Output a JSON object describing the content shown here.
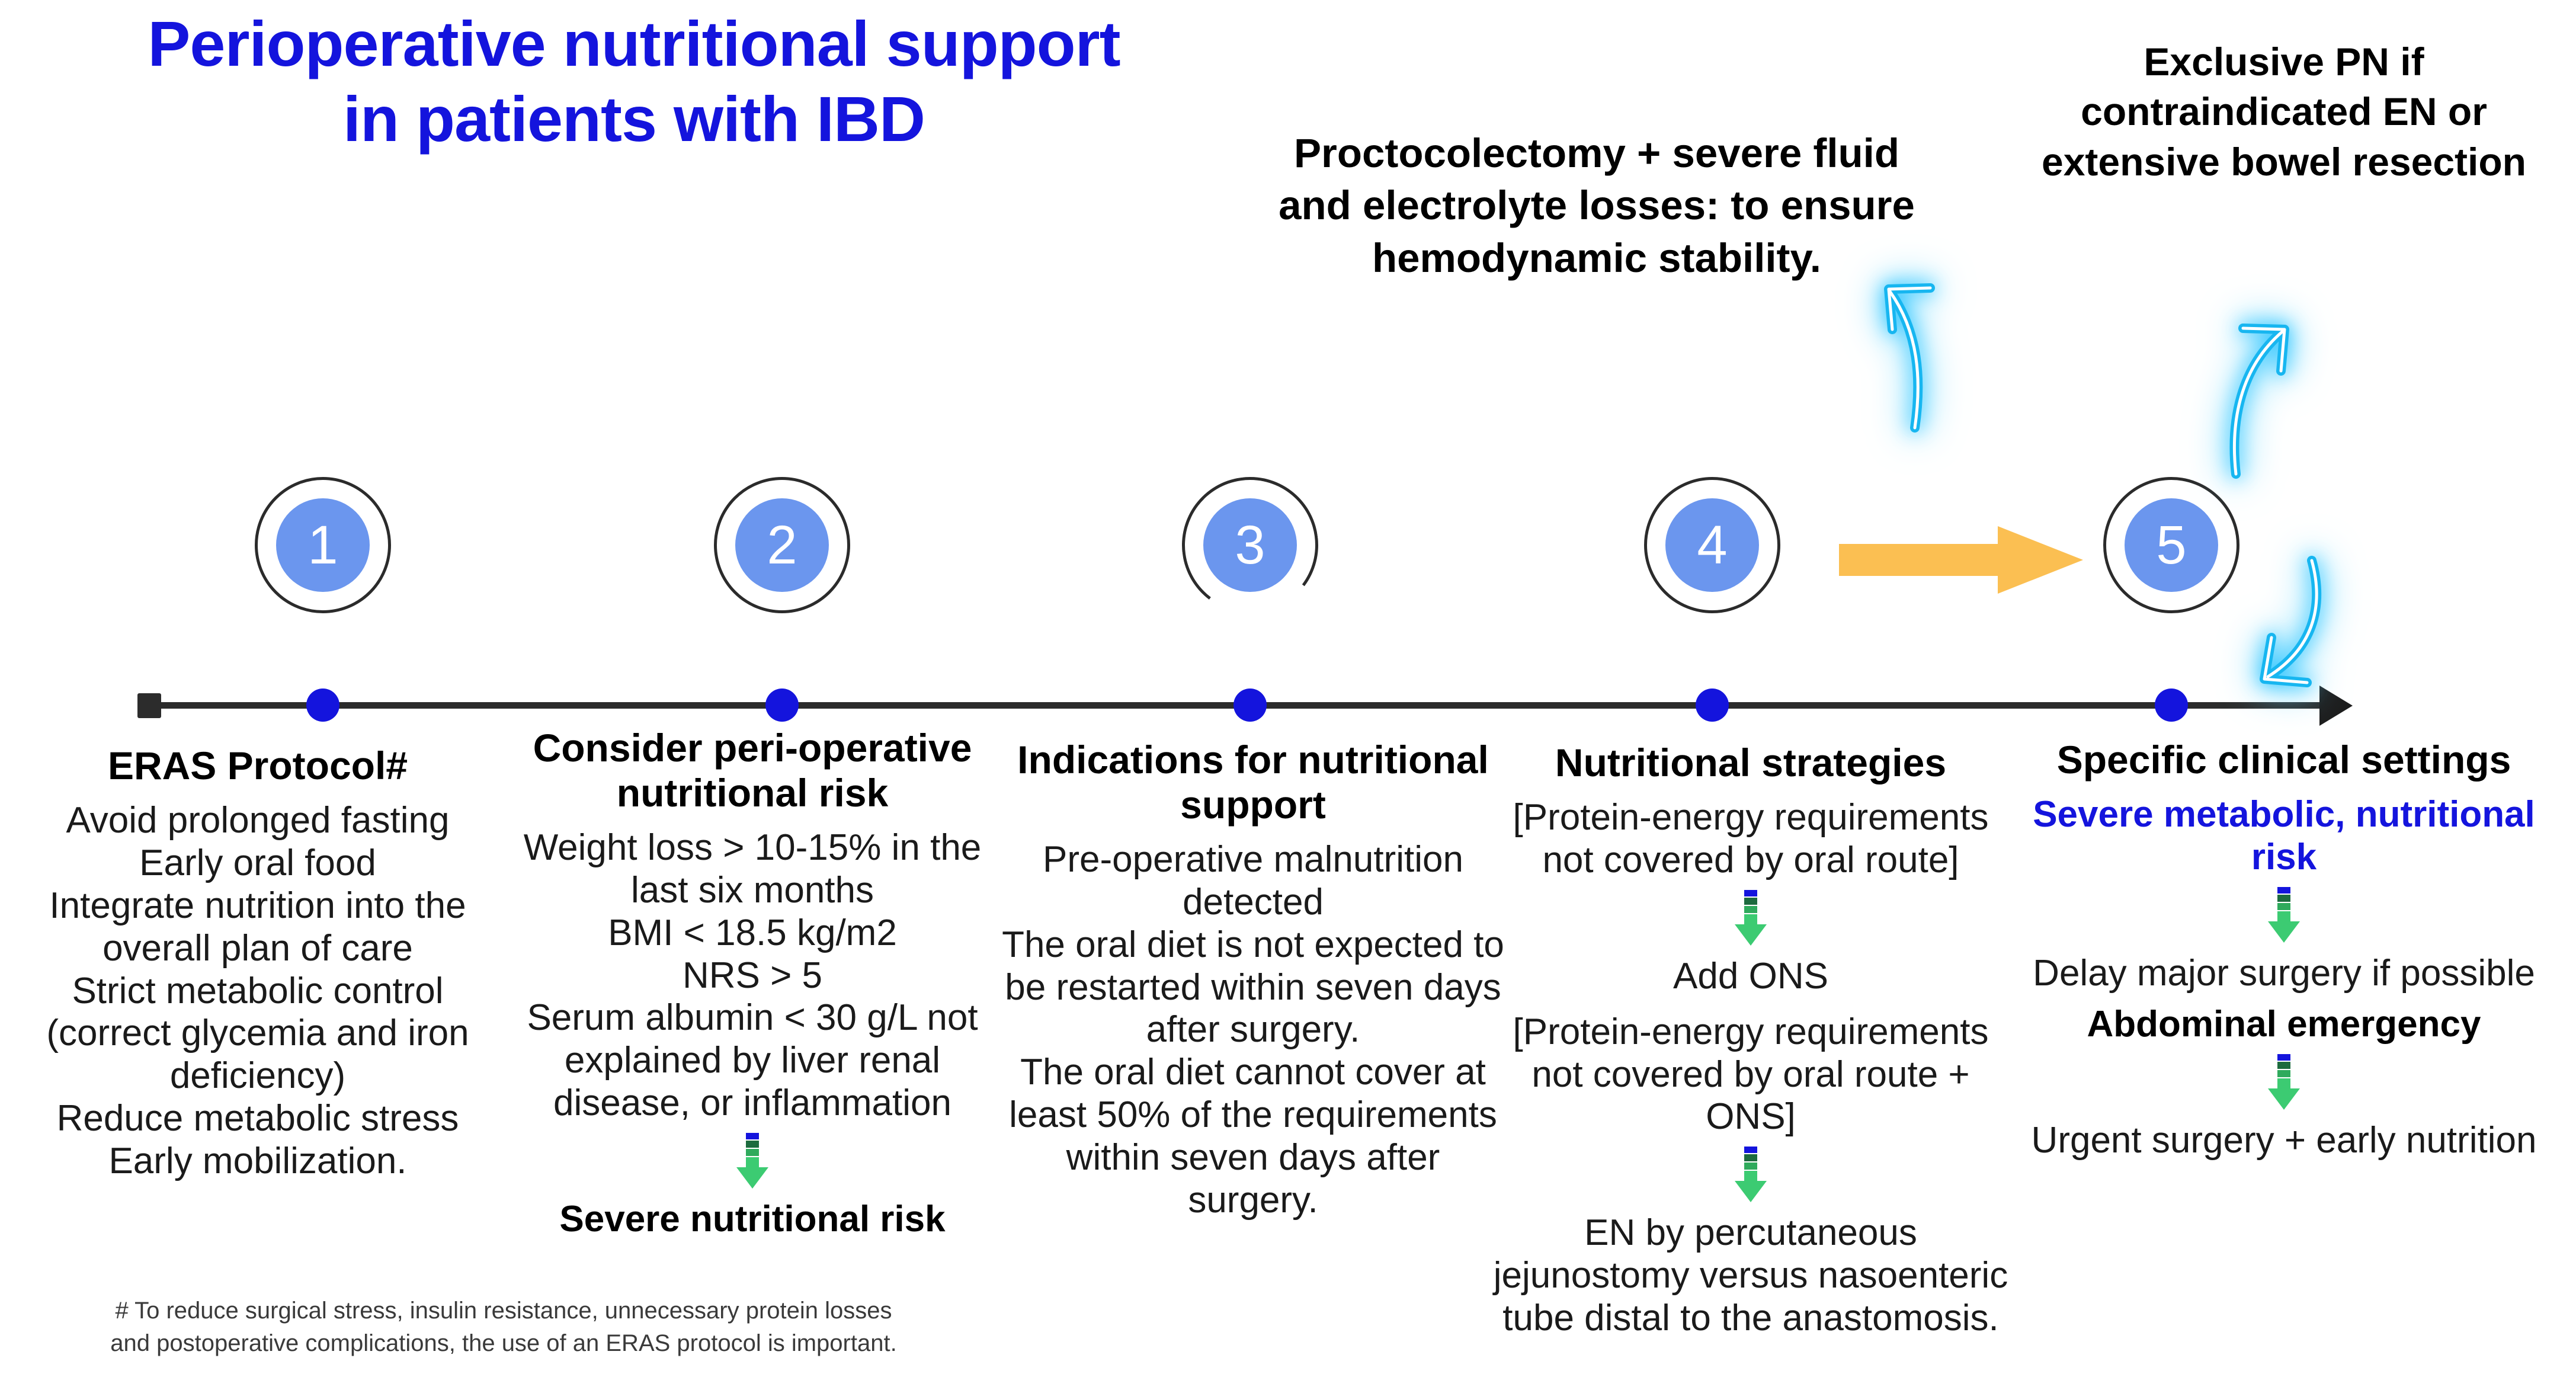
{
  "title": "Perioperative nutritional support in patients with IBD",
  "title_color": "#1414dd",
  "callouts": {
    "proctocolectomy": "Proctocolectomy + severe fluid and electrolyte losses: to ensure hemodynamic stability.",
    "exclusive_pn": "Exclusive PN if contraindicated EN or extensive bowel resection"
  },
  "timeline": {
    "steps": [
      "1",
      "2",
      "3",
      "4",
      "5"
    ],
    "circle_fill": "#6b96ee",
    "dot_color": "#1414dd",
    "axis_color": "#2c2c2c",
    "orange_arrow_color": "#fbbf52",
    "neon_arrow_color": "#25c3ff"
  },
  "columns": [
    {
      "number": "1",
      "heading": "ERAS Protocol#",
      "body": "Avoid prolonged fasting\nEarly oral food\nIntegrate nutrition into the overall plan of care\nStrict metabolic control (correct glycemia and iron deficiency)\nReduce metabolic stress\nEarly mobilization."
    },
    {
      "number": "2",
      "heading": "Consider peri-operative nutritional risk",
      "body": "Weight loss > 10-15% in the last six months\nBMI < 18.5 kg/m2\nNRS > 5\nSerum albumin < 30 g/L not explained by liver renal disease, or inflammation",
      "outcome": "Severe nutritional risk"
    },
    {
      "number": "3",
      "heading": "Indications for nutritional support",
      "body": "Pre-operative malnutrition detected\nThe oral diet is not expected to be restarted within seven days after surgery.\nThe oral diet cannot cover at least 50% of the requirements within seven days after surgery."
    },
    {
      "number": "4",
      "heading": "Nutritional strategies",
      "step_1": "[Protein-energy requirements not covered by oral route]",
      "step_2": "Add ONS",
      "step_3": "[Protein-energy requirements not covered by oral route + ONS]",
      "step_4": "EN by percutaneous jejunostomy versus nasoenteric tube distal to the anastomosis."
    },
    {
      "number": "5",
      "heading": "Specific clinical settings",
      "risk_label": "Severe metabolic, nutritional risk",
      "risk_action": "Delay major surgery if possible",
      "emergency_label": "Abdominal emergency",
      "emergency_action": "Urgent surgery + early nutrition"
    }
  ],
  "footnote": "# To reduce surgical stress, insulin resistance, unnecessary protein losses\nand postoperative complications, the use of an ERAS protocol is important."
}
